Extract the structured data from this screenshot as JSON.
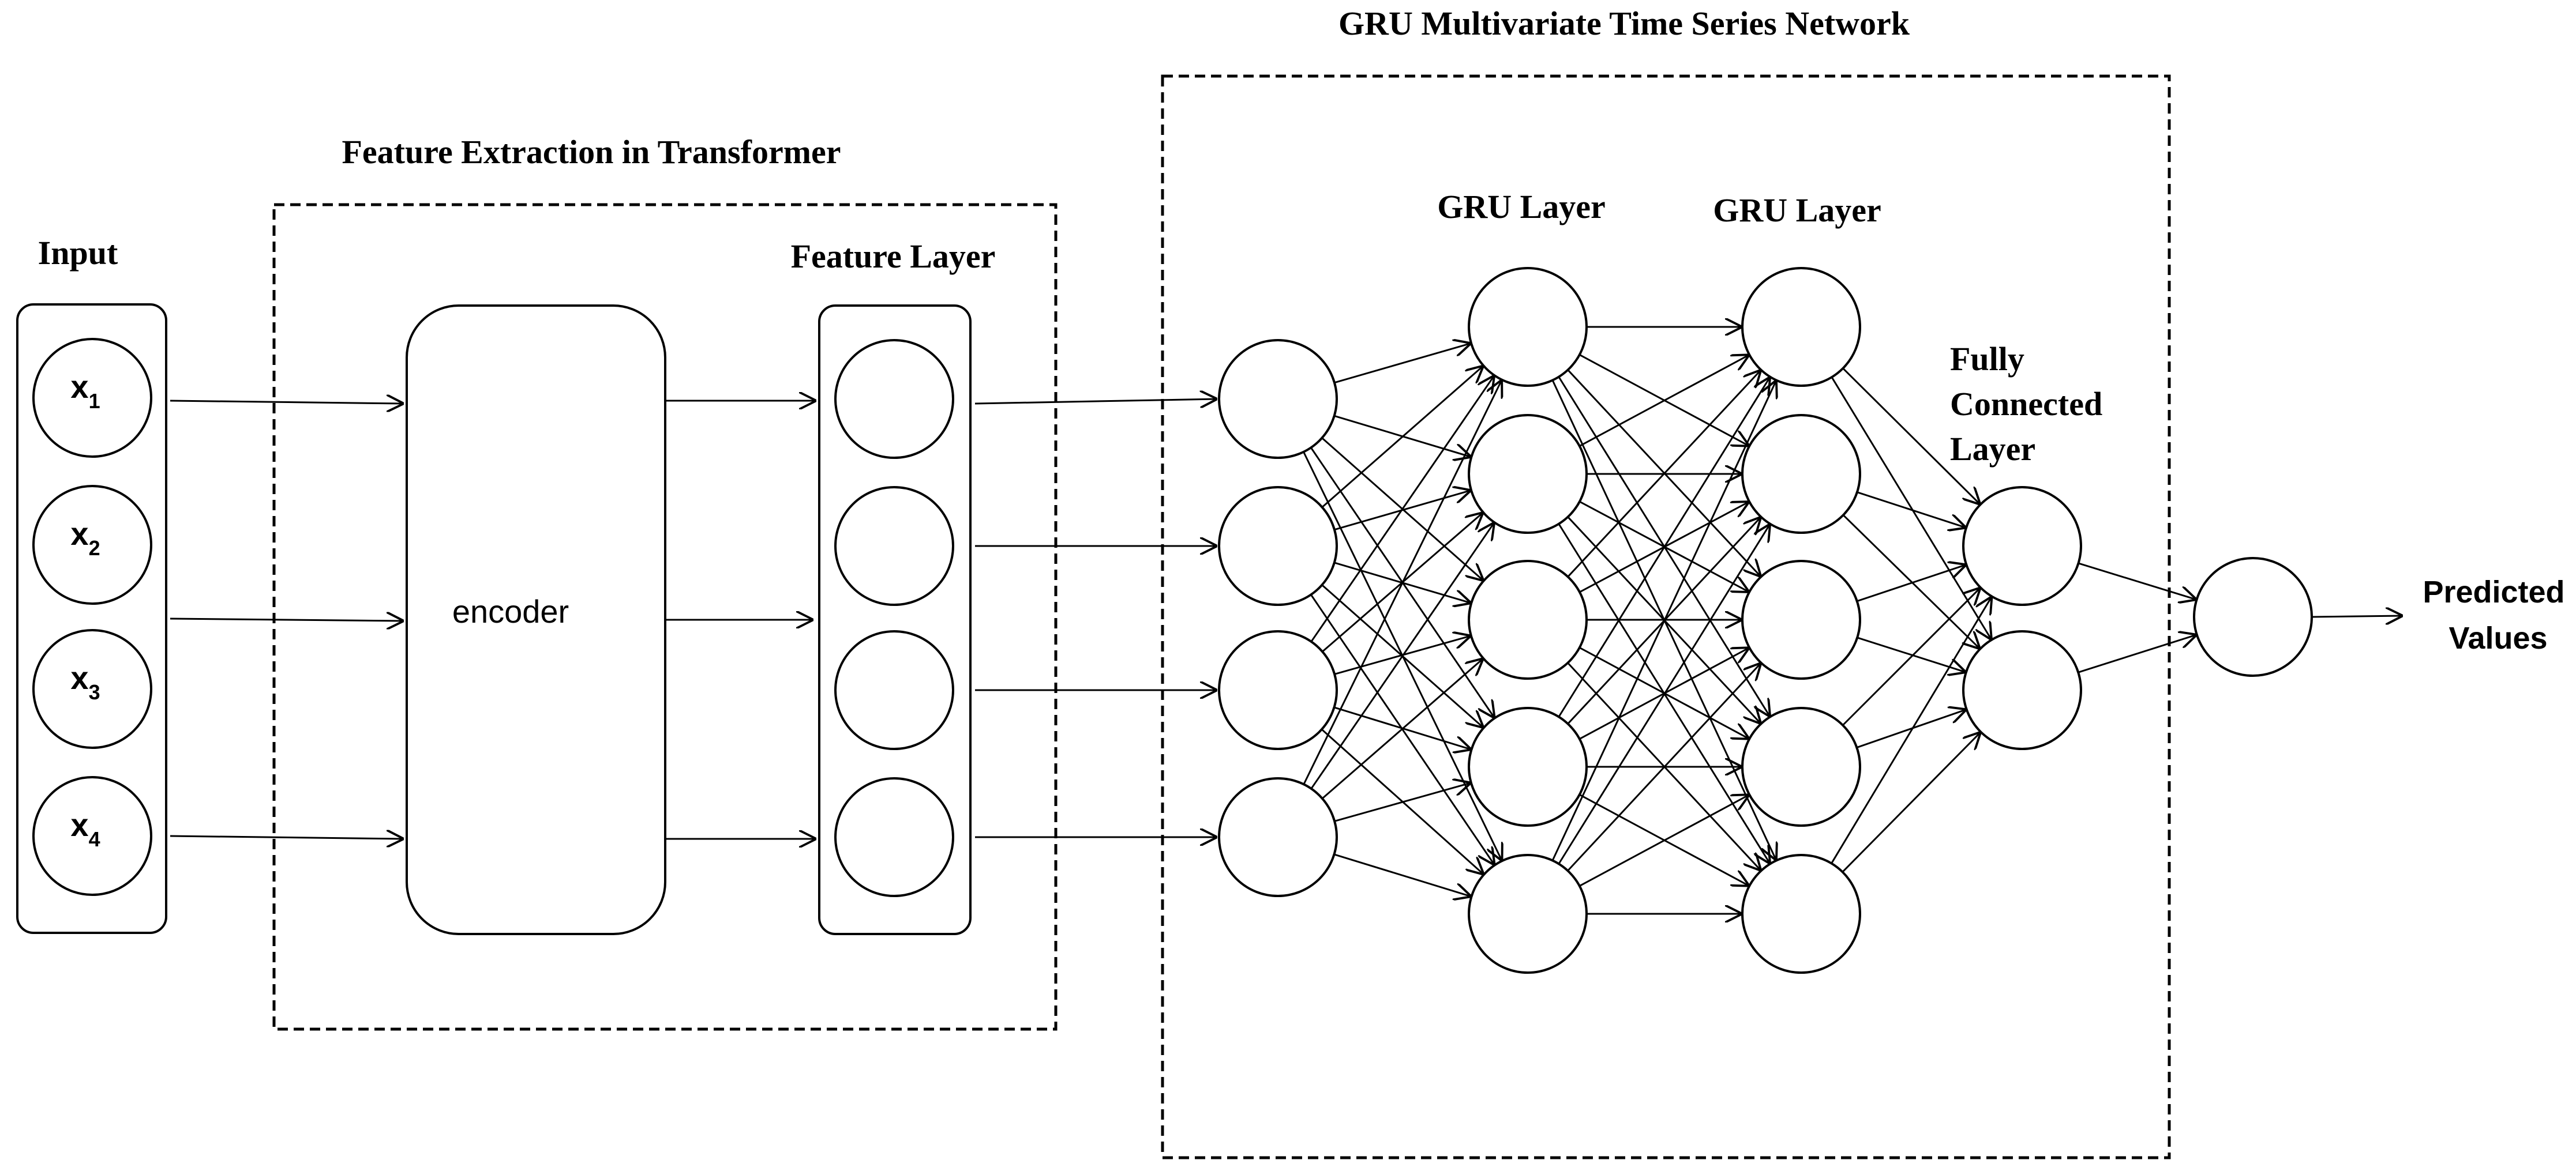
{
  "titles": {
    "gru_network": "GRU Multivariate Time Series Network",
    "feature_extraction": "Feature Extraction in Transformer",
    "input": "Input",
    "feature_layer": "Feature Layer",
    "gru_layer_1": "GRU Layer",
    "gru_layer_2": "GRU Layer",
    "fully_connected": [
      "Fully",
      "Connected",
      "Layer"
    ],
    "encoder": "encoder",
    "predicted": [
      "Predicted",
      "Values"
    ]
  },
  "inputs": [
    {
      "base": "x",
      "sub": "1"
    },
    {
      "base": "x",
      "sub": "2"
    },
    {
      "base": "x",
      "sub": "3"
    },
    {
      "base": "x",
      "sub": "4"
    }
  ],
  "network": {
    "feature_nodes": 4,
    "gru_input_nodes": 4,
    "gru_layer_1_nodes": 5,
    "gru_layer_2_nodes": 5,
    "fc_nodes": 2,
    "output_nodes": 1
  }
}
